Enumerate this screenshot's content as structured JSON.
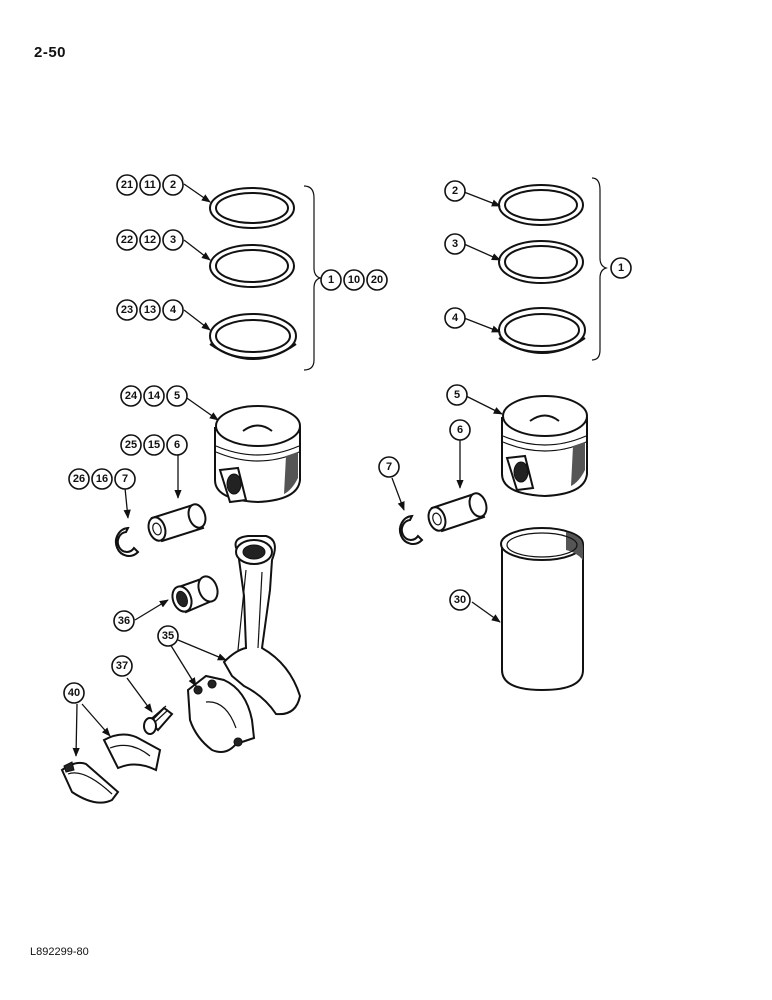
{
  "page": {
    "number": "2-50",
    "figure_ref": "L892299-80"
  },
  "callouts": {
    "left_ring_top": [
      "21",
      "11",
      "2"
    ],
    "left_ring_mid": [
      "22",
      "12",
      "3"
    ],
    "left_ring_bottom": [
      "23",
      "13",
      "4"
    ],
    "left_kit": [
      "1",
      "10",
      "20"
    ],
    "left_piston": [
      "24",
      "14",
      "5"
    ],
    "left_pin": [
      "25",
      "15",
      "6"
    ],
    "left_retainer": [
      "26",
      "16",
      "7"
    ],
    "right_ring_top": "2",
    "right_ring_mid": "3",
    "right_ring_bottom": "4",
    "right_kit": "1",
    "right_piston": "5",
    "right_pin": "6",
    "right_retainer": "7",
    "sleeve": "30",
    "bushing": "36",
    "rod": "35",
    "bolt": "37",
    "bearing": "40"
  }
}
